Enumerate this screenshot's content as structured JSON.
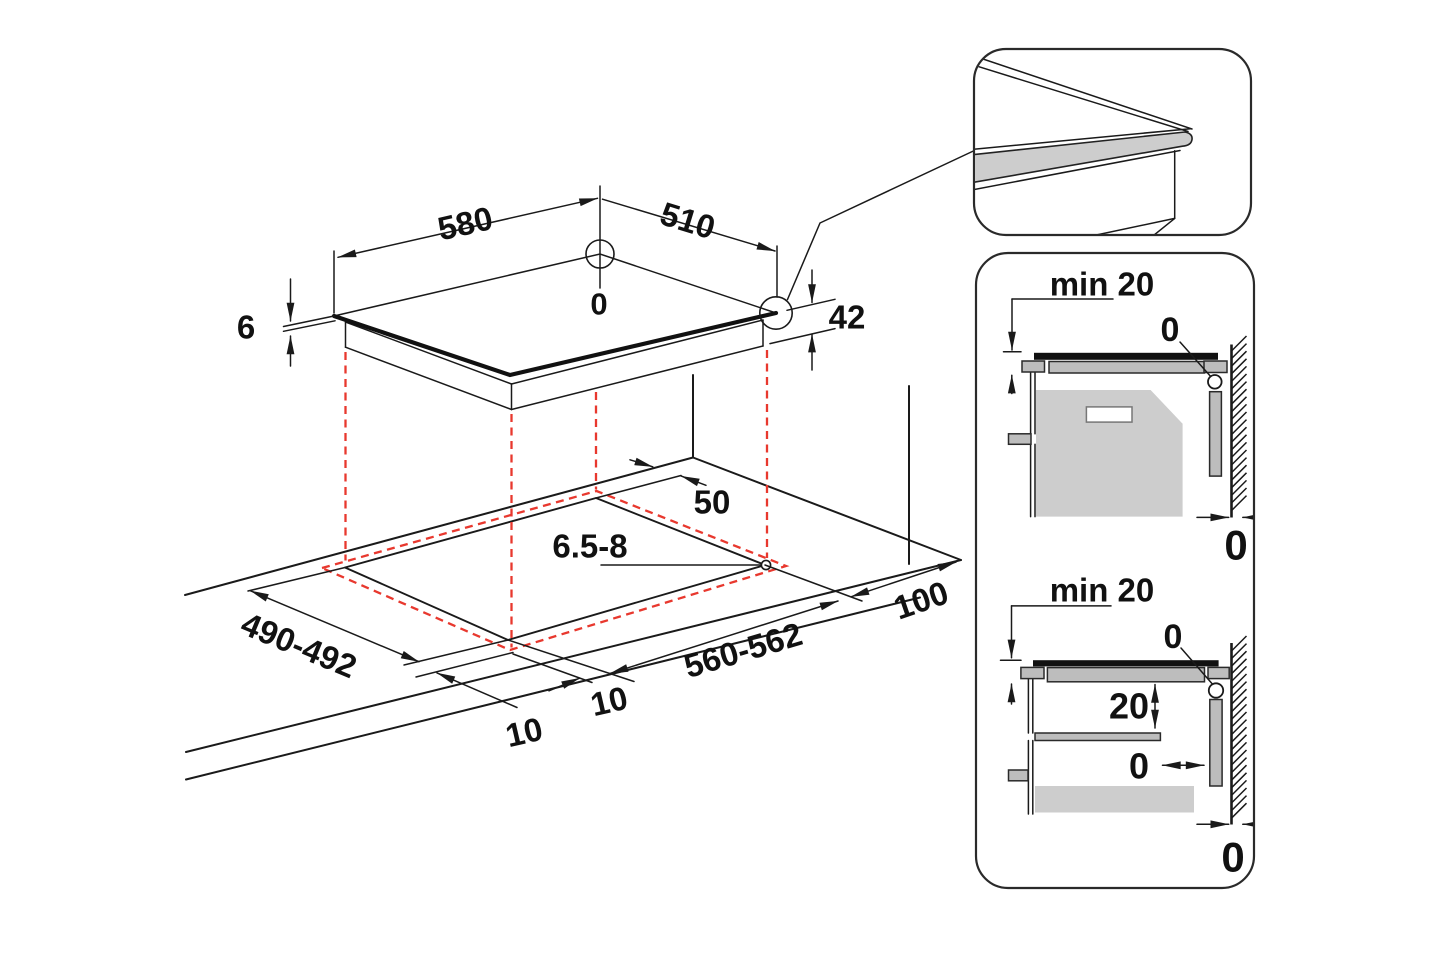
{
  "diagram": {
    "title": "built-in hob installation dimensions",
    "colors": {
      "line": "#1a1a1a",
      "projection_red": "#e8382e",
      "fill_light_gray": "#cdcdcd",
      "fill_mid_gray": "#bdbdbd",
      "background": "#ffffff"
    },
    "main_view": {
      "dimensions": {
        "glass_width": "580",
        "glass_depth": "510",
        "zero_reference": "0",
        "hob_body_height": "42",
        "glass_thickness": "6",
        "rear_clearance": "50",
        "fixing_hole_diameter": "6.5-8",
        "cutout_depth": "490-492",
        "cutout_width": "560-562",
        "overlap_left": "10",
        "overlap_right": "10",
        "side_clearance": "100"
      }
    },
    "edge_detail_panel": {
      "description": "zoom of glass edge overlapping worktop cutout"
    },
    "section_panel": {
      "oven_section": {
        "min_top_clearance": "min 20",
        "rear_gap_top": "0",
        "rear_gap_wall": "0"
      },
      "shelf_section": {
        "min_top_clearance": "min 20",
        "rear_gap_top": "0",
        "shelf_distance": "20",
        "shelf_gap": "0",
        "rear_gap_wall": "0"
      }
    }
  }
}
